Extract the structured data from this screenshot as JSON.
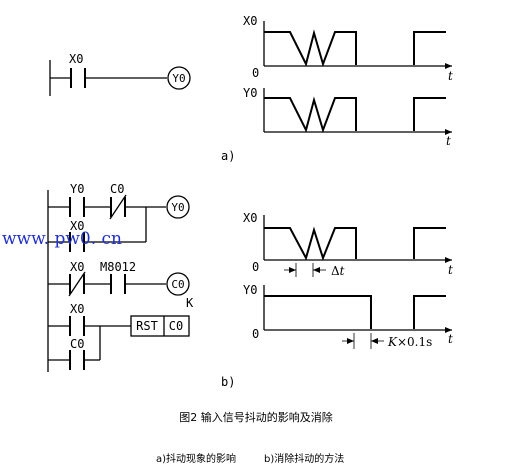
{
  "caption": {
    "title": "图2  输入信号抖动的影响及消除",
    "sub_a": "a)抖动现象的影响",
    "sub_b": "b)消除抖动的方法"
  },
  "watermark": "www. pw0. cn",
  "part_a": {
    "label": "a)",
    "ladder": {
      "contact": "X0",
      "coil": "Y0"
    },
    "timing": {
      "sig1": "X0",
      "sig2": "Y0",
      "origin": "0",
      "time": "t"
    }
  },
  "part_b": {
    "label": "b)",
    "ladder": {
      "r1_contact1": "Y0",
      "r1_contact2": "C0",
      "r1_parallel": "X0",
      "r1_coil": "Y0",
      "r2_contact1": "X0",
      "r2_contact2": "M8012",
      "r2_coil": "C0",
      "r2_const": "K",
      "r3_contact": "X0",
      "r3_parallel": "C0",
      "rst_op": "RST",
      "rst_arg": "C0"
    },
    "timing": {
      "sig1": "X0",
      "sig2": "Y0",
      "origin": "0",
      "time": "t",
      "delta_prefix": "Δ",
      "delta_var": "t",
      "kt_var": "K",
      "kt_rest": "×0.1s"
    }
  }
}
